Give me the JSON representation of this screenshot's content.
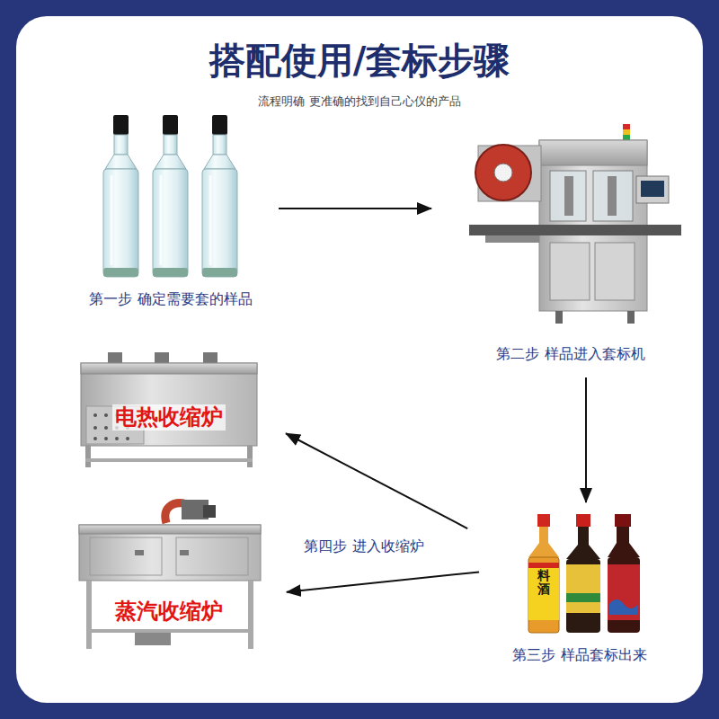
{
  "diagram": {
    "title": "搭配使用/套标步骤",
    "nodes": [
      {
        "text": [
          "第一步 确定需要套的样品"
        ]
      },
      {
        "text": [
          "第二步 样品进入套标机"
        ]
      },
      {
        "text": [
          "第三步 样品套标出来"
        ]
      },
      {
        "text": [
          "电热收缩炉"
        ]
      },
      {
        "text": [
          "蒸汽收缩炉"
        ]
      }
    ],
    "edges": [
      {
        "from": 0,
        "to": 1,
        "arrow": "to"
      },
      {
        "from": 1,
        "to": 2,
        "arrow": "to"
      },
      {
        "from": 2,
        "to": 3,
        "arrow": "to"
      },
      {
        "from": 2,
        "to": 4,
        "arrow": "to"
      }
    ],
    "labels": [
      "流程明确 更准确的找到自己心仪的产品",
      "第四步 进入收缩炉",
      "料酒"
    ]
  }
}
